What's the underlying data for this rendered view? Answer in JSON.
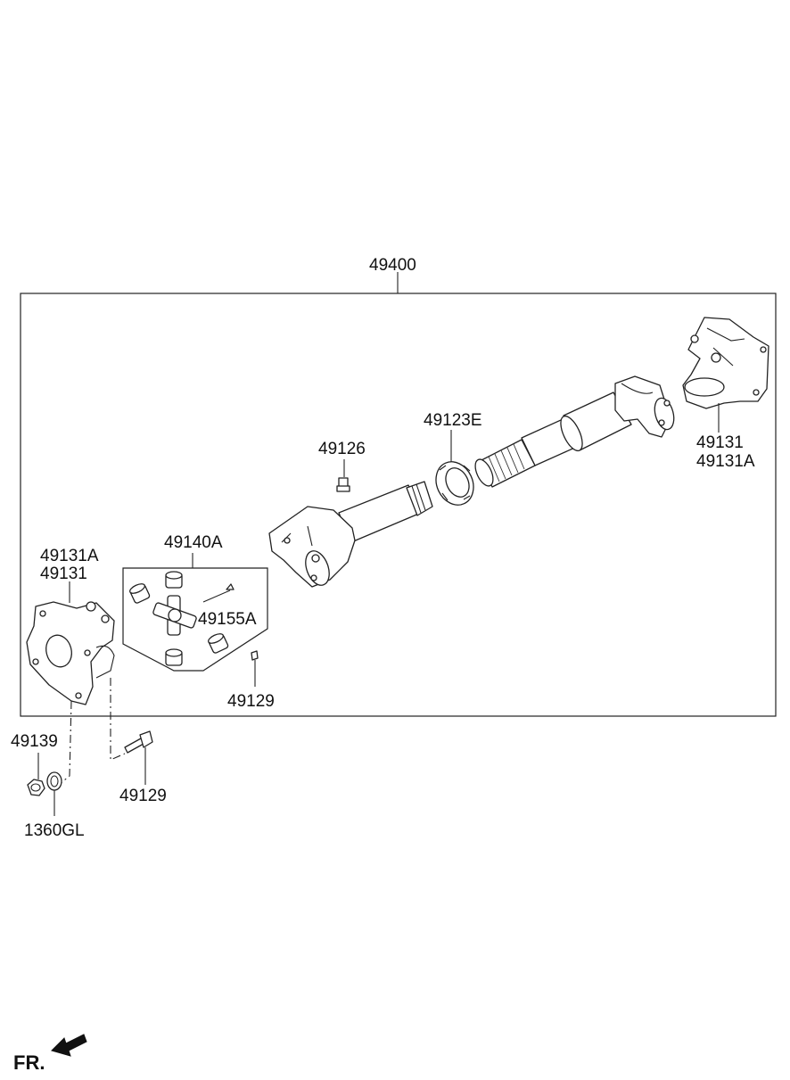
{
  "labels": {
    "assembly": "49400",
    "centering_bolt": "49126",
    "slip_yoke_boot": "49123E",
    "flange_yoke_right_1": "49131",
    "flange_yoke_right_2": "49131A",
    "journal_kit": "49140A",
    "flange_yoke_left_1": "49131A",
    "flange_yoke_left_2": "49131",
    "grease_nipple": "49155A",
    "bolt_inner": "49129",
    "nut": "49139",
    "bolt_outer": "49129",
    "washer": "1360GL",
    "front_indicator": "FR."
  },
  "icons": {
    "front_arrow": "arrow-left-icon"
  }
}
